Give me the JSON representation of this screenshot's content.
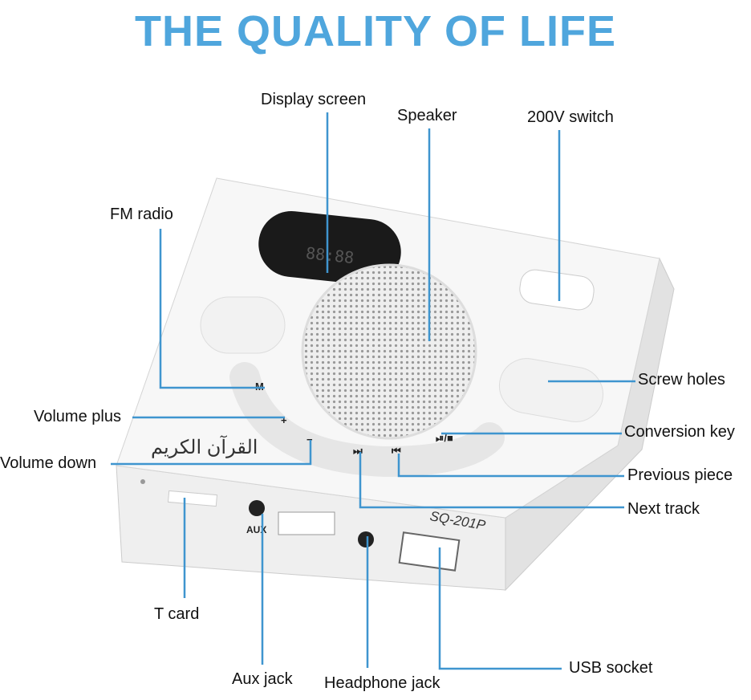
{
  "title": "THE QUALITY OF LIFE",
  "colors": {
    "title": "#4fa6dd",
    "leader_line": "#3f95cf",
    "device": "#f4f4f4",
    "display": "#1a1a1a"
  },
  "device": {
    "model": "SQ-201P",
    "port_label": "AUX",
    "logo": "القرآن الكريم",
    "button_marks": {
      "mode": "M",
      "plus": "+",
      "minus": "−",
      "next": "⏭",
      "prev": "⏮",
      "play": "⏯/■"
    }
  },
  "labels": {
    "display_screen": "Display screen",
    "speaker": "Speaker",
    "switch_200v": "200V switch",
    "fm_radio": "FM radio",
    "screw_holes": "Screw holes",
    "volume_plus": "Volume plus",
    "conversion_key": "Conversion key",
    "volume_down": "Volume down",
    "previous_piece": "Previous piece",
    "next_track": "Next track",
    "t_card": "T card",
    "aux_jack": "Aux jack",
    "headphone_jack": "Headphone jack",
    "usb_socket": "USB socket"
  }
}
